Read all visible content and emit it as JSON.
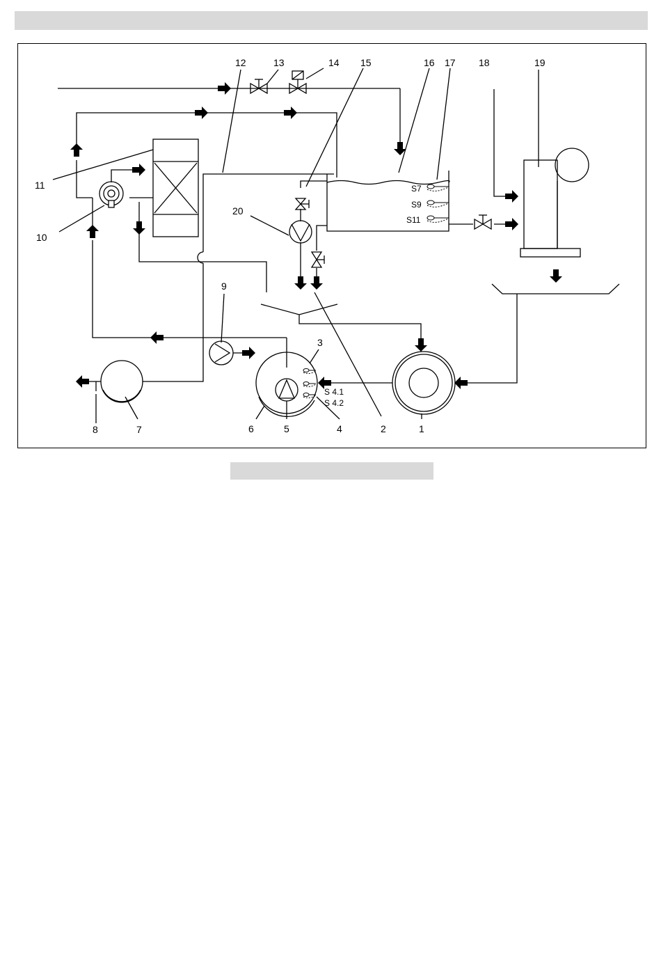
{
  "header_bar": {
    "color": "#d9d9d9"
  },
  "caption_bar": {
    "color": "#d9d9d9"
  },
  "labels": {
    "n1": "1",
    "n2": "2",
    "n3": "3",
    "n4": "4",
    "n5": "5",
    "n6": "6",
    "n7": "7",
    "n8": "8",
    "n9": "9",
    "n10": "10",
    "n11": "11",
    "n12": "12",
    "n13": "13",
    "n14": "14",
    "n15": "15",
    "n16": "16",
    "n17": "17",
    "n18": "18",
    "n19": "19",
    "n20": "20"
  },
  "sensors": {
    "s7": "S7",
    "s9": "S9",
    "s11": "S11",
    "s41": "S 4.1",
    "s42": "S 4.2"
  }
}
